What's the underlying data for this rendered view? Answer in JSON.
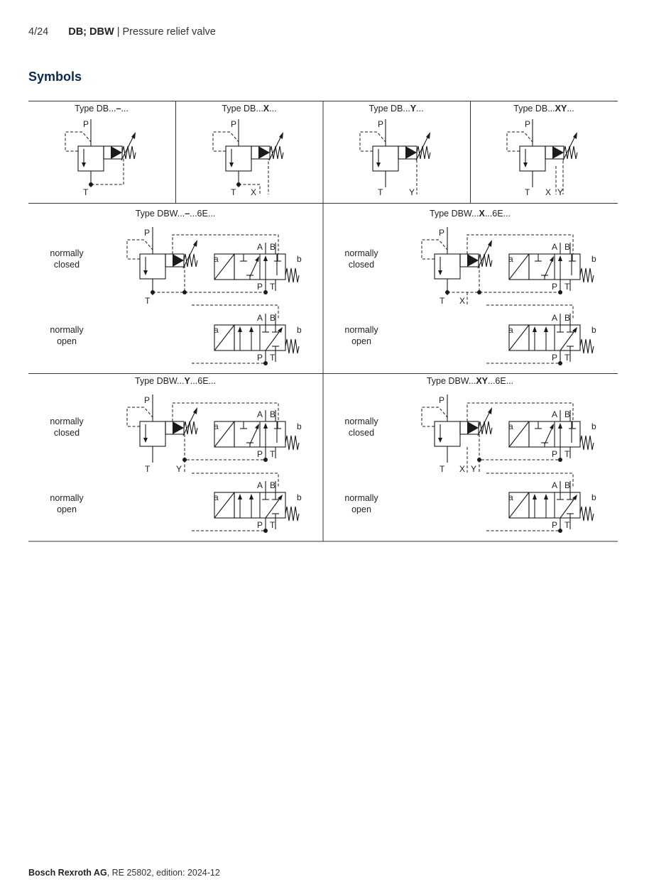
{
  "header": {
    "page": "4/24",
    "product": "DB; DBW",
    "separator": " | ",
    "title": "Pressure relief valve"
  },
  "section_title": "Symbols",
  "cells": {
    "db_none": {
      "pre": "Type DB...",
      "mid": "–",
      "post": "..."
    },
    "db_x": {
      "pre": "Type DB...",
      "mid": "X",
      "post": "..."
    },
    "db_y": {
      "pre": "Type DB...",
      "mid": "Y",
      "post": "..."
    },
    "db_xy": {
      "pre": "Type DB...",
      "mid": "XY",
      "post": "..."
    },
    "dbw_none": {
      "pre": "Type DBW...",
      "mid": "–",
      "post": "...6E..."
    },
    "dbw_x": {
      "pre": "Type DBW...",
      "mid": "X",
      "post": "...6E..."
    },
    "dbw_y": {
      "pre": "Type DBW...",
      "mid": "Y",
      "post": "...6E..."
    },
    "dbw_xy": {
      "pre": "Type DBW...",
      "mid": "XY",
      "post": "...6E..."
    }
  },
  "ports": {
    "P": "P",
    "T": "T",
    "X": "X",
    "Y": "Y",
    "A": "A",
    "B": "B",
    "a": "a",
    "b": "b"
  },
  "labels": {
    "nc_line1": "normally",
    "nc_line2": "closed",
    "no_line1": "normally",
    "no_line2": "open"
  },
  "footer": {
    "company": "Bosch Rexroth AG",
    "rest": ", RE 25802, edition: 2024-12"
  }
}
